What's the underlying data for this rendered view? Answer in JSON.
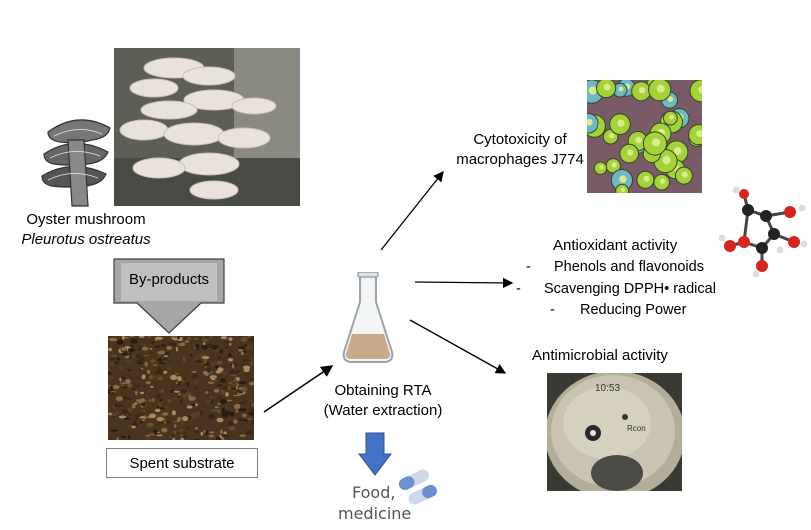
{
  "mushroom": {
    "common_name": "Oyster mushroom",
    "scientific_name": "Pleurotus ostreatus"
  },
  "byproducts_label": "By-products",
  "spent_substrate_label": "Spent substrate",
  "extraction": {
    "line1": "Obtaining RTA",
    "line2": "(Water extraction)"
  },
  "uses": {
    "line1": "Food,",
    "line2": "medicine"
  },
  "cytotoxicity": {
    "line1": "Cytotoxicity of",
    "line2": "macrophages J774"
  },
  "antioxidant": {
    "title": "Antioxidant activity",
    "items": [
      "Phenols and flavonoids",
      "Scavenging DPPH• radical",
      "Reducing Power"
    ]
  },
  "antimicrobial": {
    "title": "Antimicrobial activity",
    "plate_label_top": "10:53",
    "plate_label_side": "Rcon"
  },
  "colors": {
    "gray_arrow": "#a6a6a6",
    "blue_arrow": "#4472c4",
    "mushroom_photo_bg": "#6b6b5e",
    "substrate": "#4a3420",
    "cell_green": "#a6d13b"
  }
}
